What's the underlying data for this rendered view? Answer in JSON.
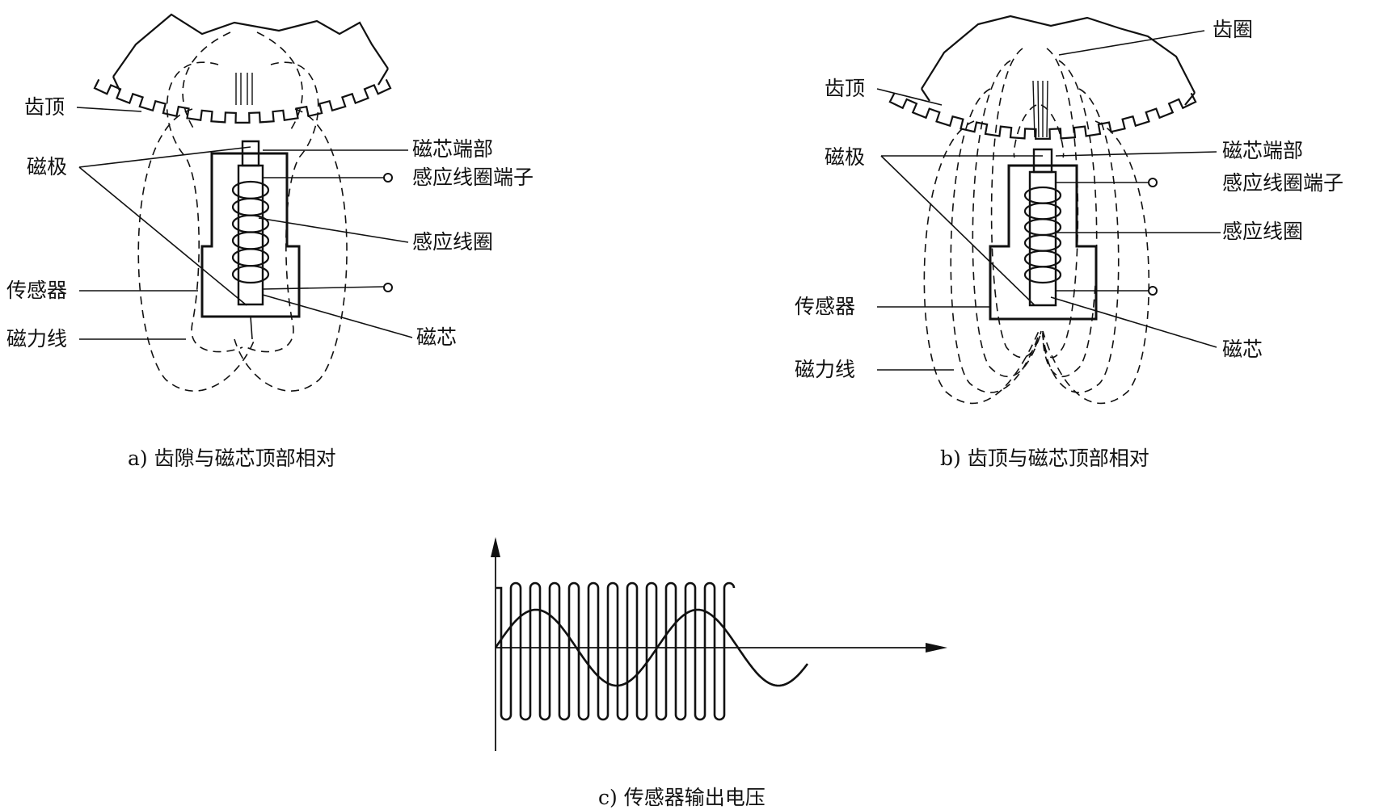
{
  "panel_a": {
    "caption": "a) 齿隙与磁芯顶部相对",
    "labels": {
      "tooth_tip": "齿顶",
      "magnetic_pole": "磁极",
      "sensor": "传感器",
      "field_lines": "磁力线",
      "core_end": "磁芯端部",
      "coil_terminal": "感应线圈端子",
      "coil": "感应线圈",
      "core": "磁芯"
    }
  },
  "panel_b": {
    "caption": "b) 齿顶与磁芯顶部相对",
    "labels": {
      "ring_gear": "齿圈",
      "tooth_tip": "齿顶",
      "magnetic_pole": "磁极",
      "sensor": "传感器",
      "field_lines": "磁力线",
      "core_end": "磁芯端部",
      "coil_terminal": "感应线圈端子",
      "coil": "感应线圈",
      "core": "磁芯"
    }
  },
  "panel_c": {
    "caption": "c) 传感器输出电压"
  },
  "style": {
    "line_color": "#111111",
    "background": "#ffffff"
  }
}
